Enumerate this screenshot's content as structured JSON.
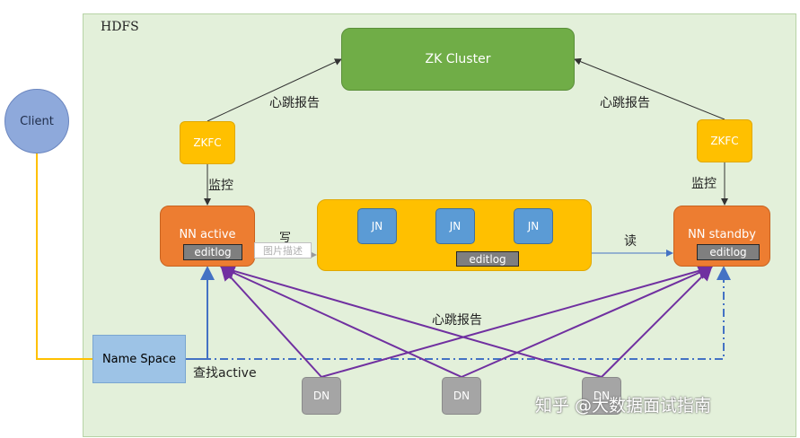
{
  "diagram": {
    "container_label": "HDFS",
    "client": "Client",
    "zk_cluster": "ZK Cluster",
    "zkfc_left": "ZKFC",
    "zkfc_right": "ZKFC",
    "nn_active": "NN active",
    "nn_standby": "NN standby",
    "editlog_active": "editlog",
    "editlog_standby": "editlog",
    "editlog_jn": "editlog",
    "journal_nodes": [
      "JN",
      "JN",
      "JN"
    ],
    "namespace": "Name Space",
    "data_nodes": [
      "DN",
      "DN",
      "DN"
    ],
    "edge_labels": {
      "heartbeat_left": "心跳报告",
      "heartbeat_right": "心跳报告",
      "monitor_left": "监控",
      "monitor_right": "监控",
      "write": "写",
      "read": "读",
      "heartbeat_datanodes": "心跳报告",
      "find_active": "查找active"
    },
    "image_placeholder": "图片描述",
    "watermark": "知乎 @大数据面试指南"
  },
  "colors": {
    "background": "#e3f0da",
    "zk": "#70ad47",
    "zkfc": "#ffc000",
    "namenode": "#ed7d31",
    "journalnode": "#5b9bd5",
    "namespace": "#9dc3e6",
    "datanode": "#a5a5a5",
    "client": "#8ea9db",
    "datanode_links": "#7030a0",
    "namespace_links": "#4472c4",
    "client_link": "#ffc000"
  }
}
